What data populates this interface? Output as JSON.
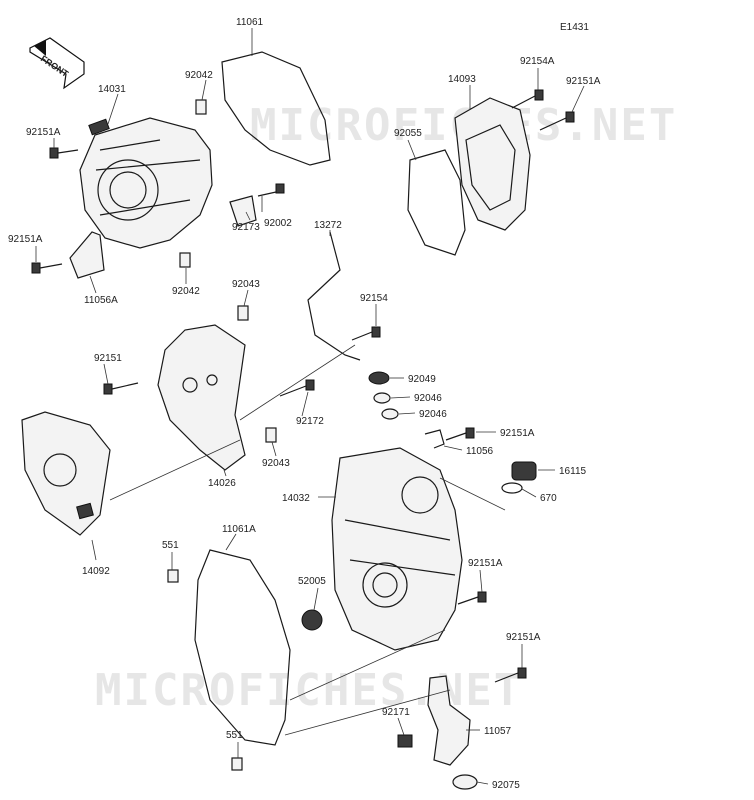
{
  "diagram_id": "E1431",
  "front_label": "FRONT",
  "watermark": "MICROFICHES.NET",
  "labels": {
    "l11061": "11061",
    "l92042a": "92042",
    "l14031": "14031",
    "l92151a_1": "92151A",
    "l92151a_2": "92151A",
    "l11056a": "11056A",
    "l92042b": "92042",
    "l92002": "92002",
    "l92173": "92173",
    "l14093": "14093",
    "l92154a": "92154A",
    "l92151a_3": "92151A",
    "l92055": "92055",
    "l13272": "13272",
    "l92043a": "92043",
    "l92154": "92154",
    "l92151": "92151",
    "l92172": "92172",
    "l92043b": "92043",
    "l14026": "14026",
    "l92049": "92049",
    "l92046a": "92046",
    "l92046b": "92046",
    "l92151a_4": "92151A",
    "l11056": "11056",
    "l16115": "16115",
    "l670": "670",
    "l14032": "14032",
    "l14092": "14092",
    "l551a": "551",
    "l11061a": "11061A",
    "l52005": "52005",
    "l92151a_5": "92151A",
    "l92151a_6": "92151A",
    "l92171": "92171",
    "l11057": "11057",
    "l551b": "551",
    "l92075": "92075"
  }
}
